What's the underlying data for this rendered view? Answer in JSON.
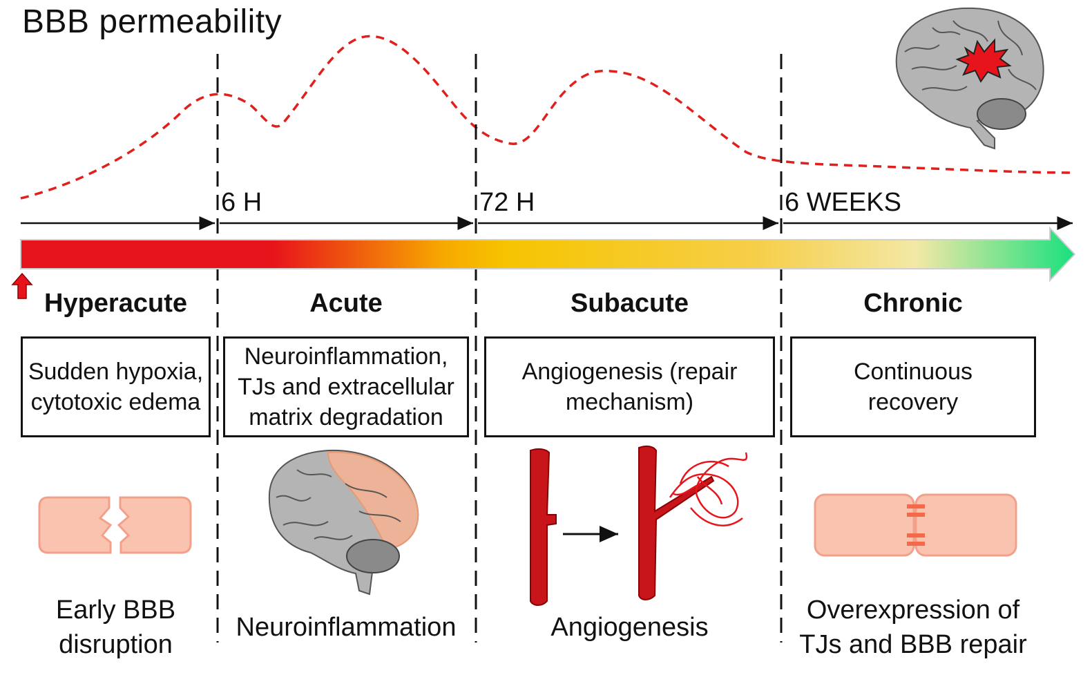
{
  "title": "BBB permeability",
  "time_marks": [
    {
      "label": "6 H"
    },
    {
      "label": "72 H"
    },
    {
      "label": "6 WEEKS"
    }
  ],
  "phases": [
    {
      "name": "Hyperacute",
      "box_lines": [
        "Sudden hypoxia,",
        "cytotoxic edema"
      ],
      "caption_lines": [
        "Early BBB",
        "disruption"
      ]
    },
    {
      "name": "Acute",
      "box_lines": [
        "Neuroinflammation,",
        "TJs and extracellular",
        "matrix degradation"
      ],
      "caption_lines": [
        "Neuroinflammation"
      ]
    },
    {
      "name": "Subacute",
      "box_lines": [
        "Angiogenesis (repair",
        "mechanism)"
      ],
      "caption_lines": [
        "Angiogenesis"
      ]
    },
    {
      "name": "Chronic",
      "box_lines": [
        "Continuous",
        "recovery"
      ],
      "caption_lines": [
        "Overexpression of",
        "TJs and BBB repair"
      ]
    }
  ],
  "colors": {
    "permeability_curve": "#e0201c",
    "gradient_start": "#e8141b",
    "gradient_mid": "#f6c000",
    "gradient_end": "#19e07e",
    "cell": "#f9b9a4",
    "vessel": "#c8141b",
    "brain": "#b4b4b4"
  },
  "icons": [
    "onset-arrow-icon",
    "brain-lesion-icon",
    "broken-junction-icon",
    "inflamed-brain-icon",
    "blood-vessel-icon",
    "angiogenesis-vessel-icon",
    "repaired-junction-icon"
  ]
}
